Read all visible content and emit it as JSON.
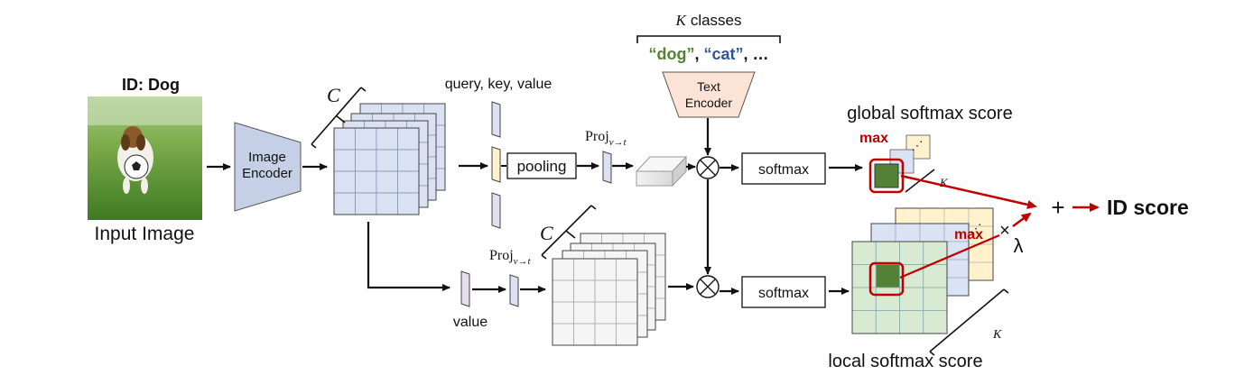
{
  "input": {
    "id_label": "ID: Dog",
    "caption": "Input Image"
  },
  "encoders": {
    "image_encoder": [
      "Image",
      "Encoder"
    ],
    "text_encoder": [
      "Text",
      "Encoder"
    ]
  },
  "features": {
    "channel_symbol": "C",
    "qkv_label": "query, key, value",
    "value_label": "value",
    "pooling": "pooling",
    "proj_main": "Proj",
    "proj_sub": "v→t"
  },
  "classes": {
    "header_symbol": "K",
    "header_text": "classes",
    "items": [
      {
        "text": "“dog”",
        "color": "#538135"
      },
      {
        "text": ", ",
        "color": "#111111"
      },
      {
        "text": "“cat”",
        "color": "#2f5597"
      },
      {
        "text": ", …",
        "color": "#111111"
      }
    ]
  },
  "ops": {
    "softmax_top": "softmax",
    "softmax_bottom": "softmax",
    "multiply_symbol": "⊗"
  },
  "scores": {
    "global_label": "global softmax score",
    "local_label": "local softmax score",
    "max_label": "max",
    "k_symbol": "K",
    "dots": "⋰",
    "times_symbol": "×",
    "lambda_symbol": "λ",
    "plus_symbol": "+",
    "id_score": "ID score"
  },
  "colors": {
    "encoder_fill": "#c5d0e6",
    "text_encoder_fill": "#fbe4d5",
    "feature_blue": "#d9e1f2",
    "feature_white": "#f5f5f5",
    "query_bar": "#d9e1f2",
    "key_bar": "#fff2cc",
    "value_bar": "#e4dfec",
    "green_cell": "#d8ead2",
    "green_dark": "#538135",
    "yellow_cell": "#fff2cc",
    "blue_cell": "#dae3f3",
    "highlight": "#c00000",
    "arrow_red": "#c00000"
  }
}
